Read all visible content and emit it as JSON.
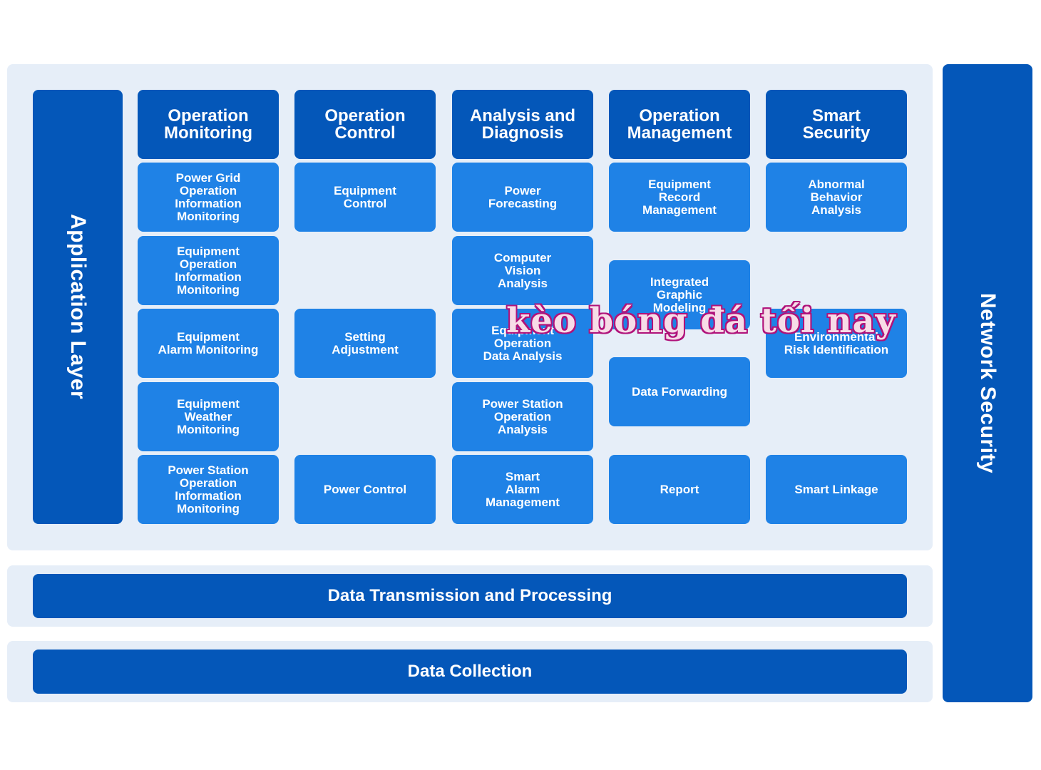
{
  "application_layer": {
    "label": "Application Layer"
  },
  "network_security": {
    "label": "Network Security"
  },
  "columns": [
    {
      "heading": "Operation\nMonitoring",
      "items": [
        "Power Grid\nOperation\nInformation\nMonitoring",
        "Equipment\nOperation\nInformation\nMonitoring",
        "Equipment\nAlarm Monitoring",
        "Equipment\nWeather\nMonitoring",
        "Power Station\nOperation\nInformation\nMonitoring"
      ]
    },
    {
      "heading": "Operation\nControl",
      "items": [
        "Equipment\nControl",
        "Setting\nAdjustment",
        "Power Control"
      ]
    },
    {
      "heading": "Analysis and\nDiagnosis",
      "items": [
        "Power\nForecasting",
        "Computer\nVision\nAnalysis",
        "Equipment\nOperation\nData Analysis",
        "Power Station\nOperation\nAnalysis",
        "Smart\nAlarm\nManagement"
      ]
    },
    {
      "heading": "Operation\nManagement",
      "items": [
        "Equipment\nRecord\nManagement",
        "Integrated\nGraphic\nModeling",
        "Data Forwarding",
        "Report"
      ]
    },
    {
      "heading": "Smart\nSecurity",
      "items": [
        "Abnormal\nBehavior\nAnalysis",
        "Environmental\nRisk Identification",
        "Smart Linkage"
      ]
    }
  ],
  "data_transmission": {
    "label": "Data Transmission and Processing"
  },
  "data_collection": {
    "label": "Data Collection"
  },
  "overlay_text": "kèo bóng đá tối nay",
  "colors": {
    "panel_bg": "#e6eef8",
    "dark_blue": "#0457b9",
    "light_blue": "#1f82e6"
  }
}
